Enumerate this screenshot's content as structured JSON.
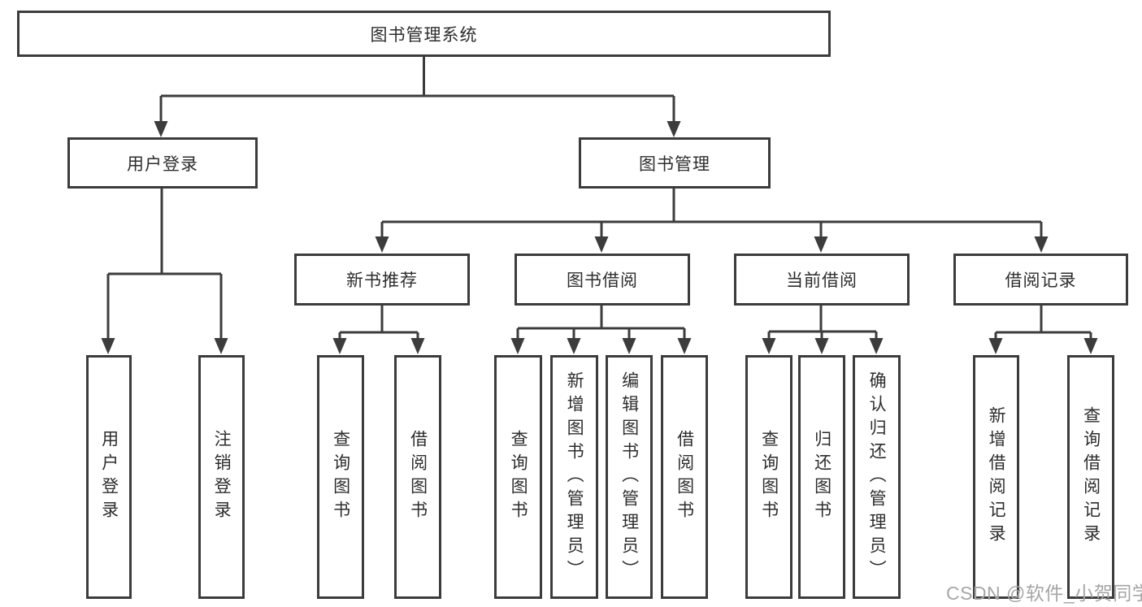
{
  "colors": {
    "line": "#3c3c3c",
    "box_border": "#3c3c3c",
    "text": "#2d2d2d",
    "background": "#ffffff",
    "watermark": "#a6a6a6"
  },
  "watermark": {
    "text": "CSDN @软件_小贺同学"
  },
  "diagram": {
    "root": {
      "label": "图书管理系统"
    },
    "branches": [
      {
        "label": "用户登录",
        "children": [
          {
            "label": "用户登录"
          },
          {
            "label": "注销登录"
          }
        ]
      },
      {
        "label": "图书管理",
        "groups": [
          {
            "label": "新书推荐",
            "children": [
              {
                "label": "查询图书"
              },
              {
                "label": "借阅图书"
              }
            ]
          },
          {
            "label": "图书借阅",
            "children": [
              {
                "label": "查询图书"
              },
              {
                "label": "新增图书（管理员）"
              },
              {
                "label": "编辑图书（管理员）"
              },
              {
                "label": "借阅图书"
              }
            ]
          },
          {
            "label": "当前借阅",
            "children": [
              {
                "label": "查询图书"
              },
              {
                "label": "归还图书"
              },
              {
                "label": "确认归还（管理员）"
              }
            ]
          },
          {
            "label": "借阅记录",
            "children": [
              {
                "label": "新增借阅记录"
              },
              {
                "label": "查询借阅记录"
              }
            ]
          }
        ]
      }
    ]
  }
}
